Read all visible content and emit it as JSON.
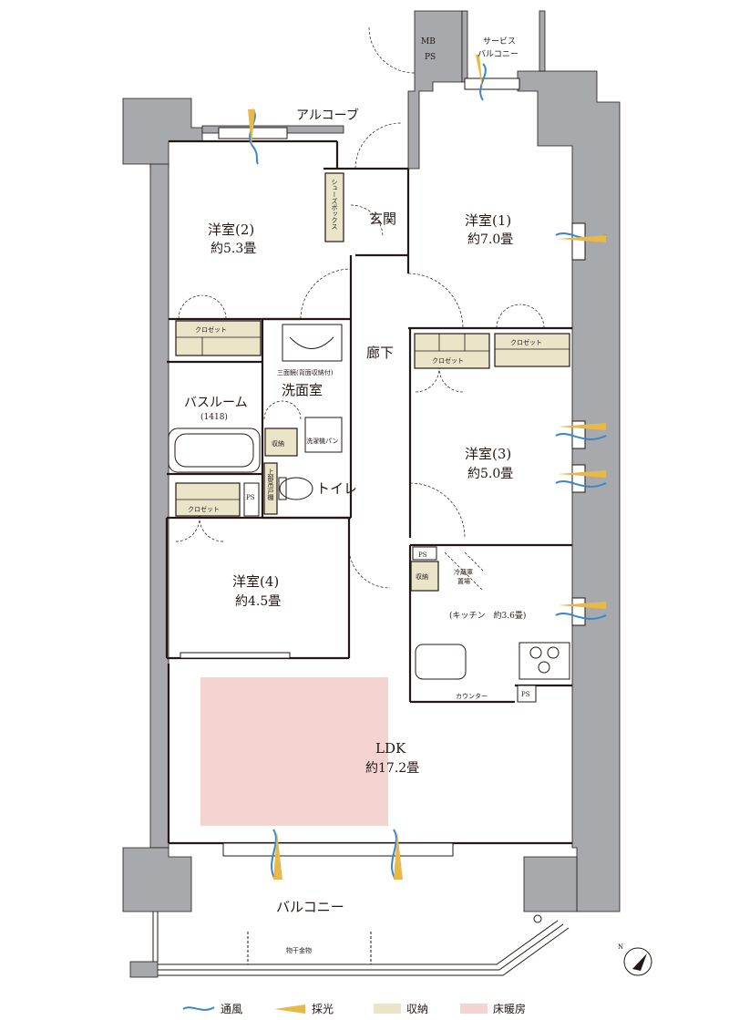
{
  "colors": {
    "wall": "#a7a9ac",
    "storage": "#eae4c8",
    "floor_heating": "#f3d4d0",
    "wind": "#3a86c6",
    "light": "#e7b84a",
    "line": "#231815"
  },
  "rooms": {
    "western_1": {
      "name": "洋室(1)",
      "size": "約7.0畳"
    },
    "western_2": {
      "name": "洋室(2)",
      "size": "約5.3畳"
    },
    "western_3": {
      "name": "洋室(3)",
      "size": "約5.0畳"
    },
    "western_4": {
      "name": "洋室(4)",
      "size": "約4.5畳"
    },
    "ldk": {
      "name": "LDK",
      "size": "約17.2畳"
    },
    "bathroom": {
      "name": "バスルーム",
      "size": "(1418)"
    },
    "washroom": "洗面室",
    "toilet": "トイレ",
    "entrance": "玄関",
    "hallway": "廊下",
    "alcove": "アルコーブ",
    "balcony": "バルコニー",
    "service_balcony_1": "サービス",
    "service_balcony_2": "バルコニー",
    "kitchen": "(キッチン　約3.6畳)",
    "counter": "カウンター"
  },
  "labels": {
    "mb": "MB",
    "ps": "PS",
    "closet": "クロゼット",
    "storage": "収納",
    "shoe_box": "シューズボックス",
    "washer_pan": "洗濯機パン",
    "three_mirror": "三面鏡(背面収納付)",
    "upper_cabinet": "上部吊戸棚",
    "fridge_1": "冷蔵庫",
    "fridge_2": "置場",
    "drying_hardware": "物干金物",
    "compass": "N"
  },
  "legend": [
    {
      "key": "wind",
      "label": "通風"
    },
    {
      "key": "light",
      "label": "採光"
    },
    {
      "key": "storage",
      "label": "収納"
    },
    {
      "key": "floor_heating",
      "label": "床暖房"
    }
  ]
}
